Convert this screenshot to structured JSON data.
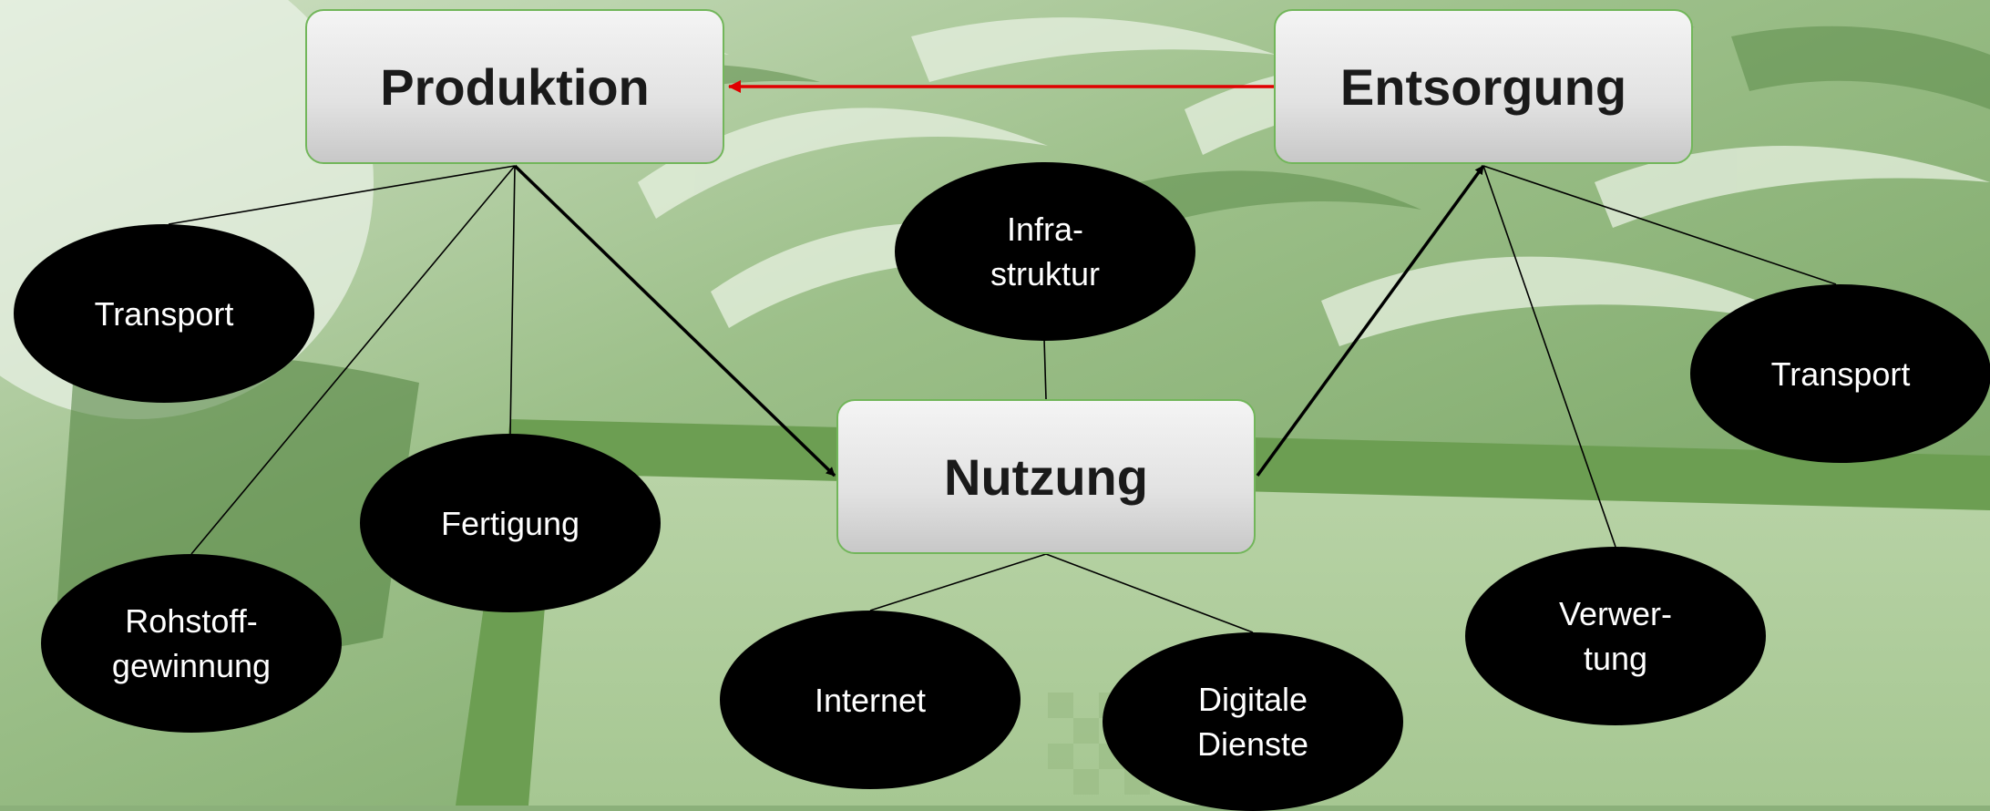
{
  "stages": {
    "produktion": "Produktion",
    "entsorgung": "Entsorgung",
    "nutzung": "Nutzung"
  },
  "aspects": {
    "transport_left": "Transport",
    "rohstoff": "Rohstoff-\ngewinnung",
    "fertigung": "Fertigung",
    "infrastruktur": "Infra-\nstruktur",
    "internet": "Internet",
    "digitale_dienste": "Digitale\nDienste",
    "verwertung": "Verwer-\ntung",
    "transport_right": "Transport"
  },
  "colors": {
    "background_tint": "#7da66b",
    "box_border": "#72b65a",
    "recycling_arrow": "#e00000",
    "flow_arrow": "#000000",
    "oval_fill": "#000000",
    "oval_text": "#ffffff"
  }
}
